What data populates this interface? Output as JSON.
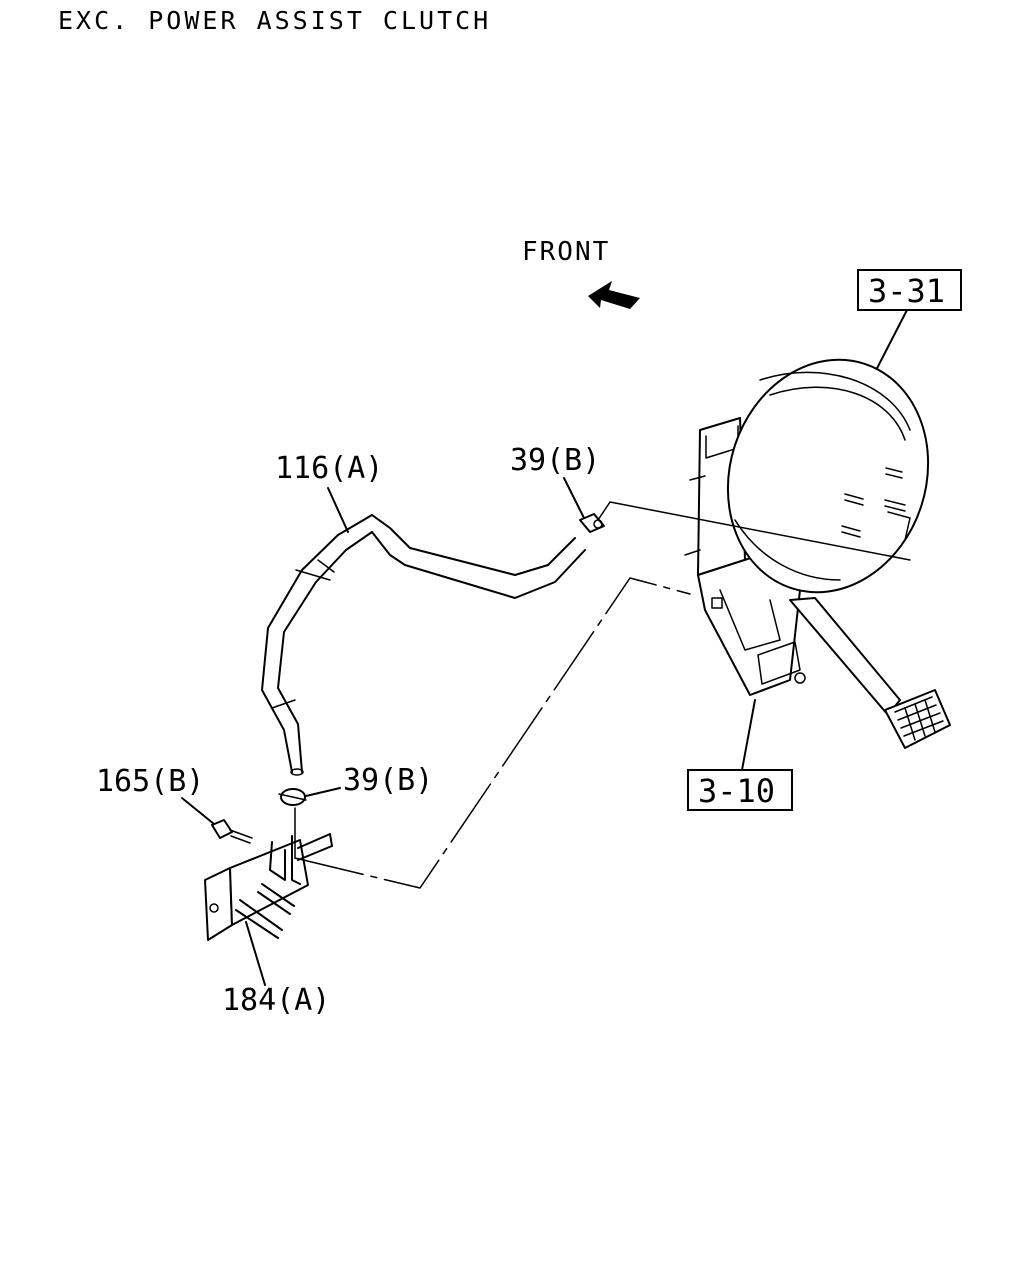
{
  "title": "EXC. POWER ASSIST CLUTCH",
  "direction_label": "FRONT",
  "reference_boxes": [
    {
      "label": "3-31"
    },
    {
      "label": "3-10"
    }
  ],
  "callouts": [
    {
      "label": "116(A)"
    },
    {
      "label": "39(B)"
    },
    {
      "label": "39(B)"
    },
    {
      "label": "165(B)"
    },
    {
      "label": "184(A)"
    }
  ],
  "icons": {
    "direction_arrow": "arrow-icon"
  }
}
